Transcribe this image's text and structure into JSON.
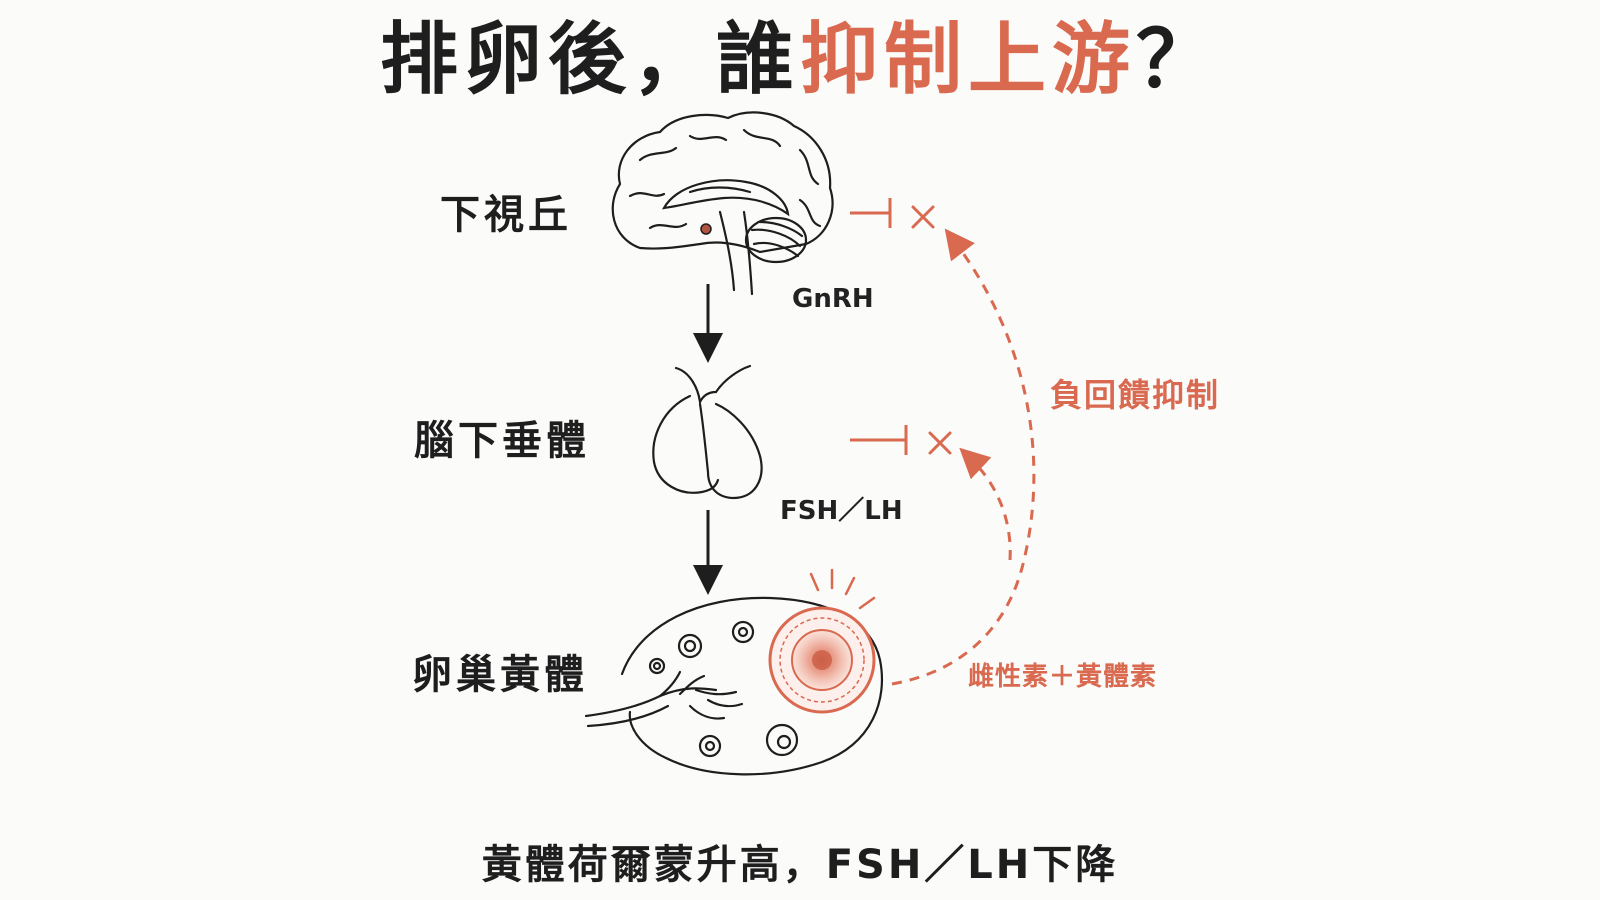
{
  "title": {
    "part1": "排卵後，誰",
    "part2": "抑制上游",
    "part3": "？"
  },
  "nodes": {
    "hypothalamus": "下視丘",
    "pituitary": "腦下垂體",
    "ovary": "卵巢黃體"
  },
  "hormones": {
    "gnrh": "GnRH",
    "fsh_lh": "FSH／LH"
  },
  "feedback": {
    "label": "負回饋抑制",
    "source": "雌性素＋黃體素"
  },
  "caption": "黃體荷爾蒙升高，FSH／LH下降",
  "colors": {
    "accent": "#d9694f",
    "ink": "#1e1e1e"
  },
  "icons": [
    "brain-icon",
    "pituitary-gland-icon",
    "ovary-icon",
    "inhibit-icon",
    "cross-icon"
  ]
}
